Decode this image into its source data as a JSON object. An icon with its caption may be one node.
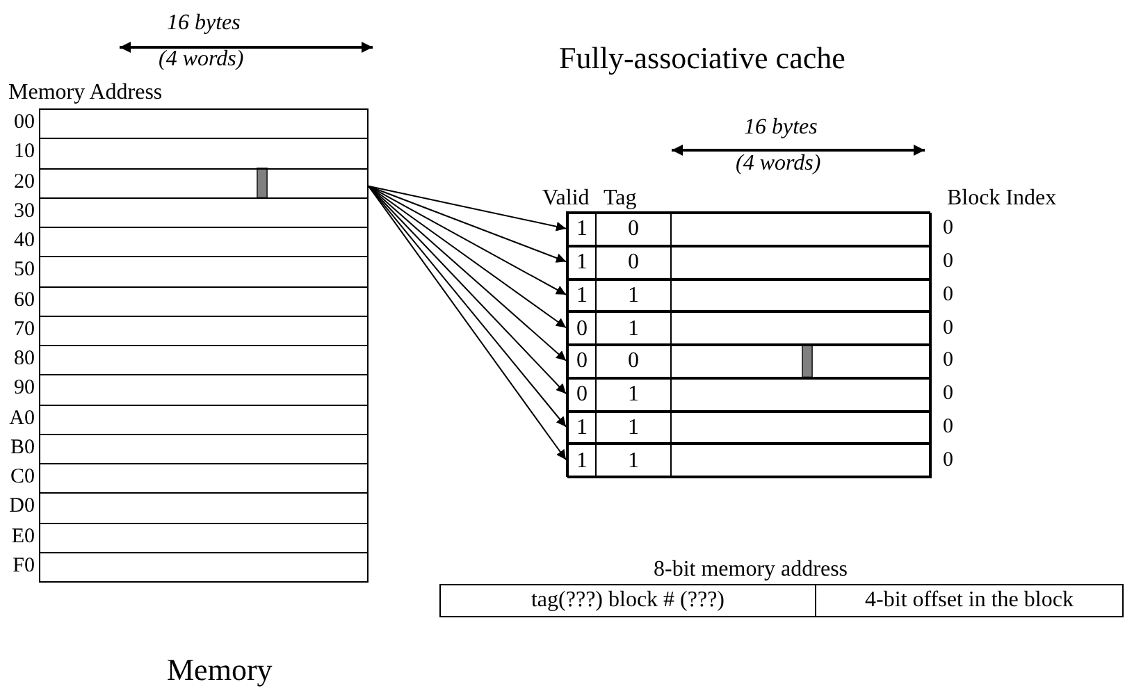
{
  "diagram": {
    "title": "Fully-associative cache",
    "nodes": [
      {
        "text": [],
        "shape": "box",
        "beside": [
          "00"
        ]
      },
      {
        "text": [],
        "shape": "box",
        "beside": [
          "10"
        ]
      },
      {
        "text": [],
        "shape": "box",
        "beside": [
          "20"
        ]
      },
      {
        "text": [],
        "shape": "box",
        "beside": [
          "30"
        ]
      },
      {
        "text": [],
        "shape": "box",
        "beside": [
          "40"
        ]
      },
      {
        "text": [],
        "shape": "box",
        "beside": [
          "50"
        ]
      },
      {
        "text": [],
        "shape": "box",
        "beside": [
          "60"
        ]
      },
      {
        "text": [],
        "shape": "box",
        "beside": [
          "70"
        ]
      },
      {
        "text": [],
        "shape": "box",
        "beside": [
          "80"
        ]
      },
      {
        "text": [],
        "shape": "box",
        "beside": [
          "90"
        ]
      },
      {
        "text": [],
        "shape": "box",
        "beside": [
          "A0"
        ]
      },
      {
        "text": [],
        "shape": "box",
        "beside": [
          "B0"
        ]
      },
      {
        "text": [],
        "shape": "box",
        "beside": [
          "C0"
        ]
      },
      {
        "text": [],
        "shape": "box",
        "beside": [
          "D0"
        ]
      },
      {
        "text": [],
        "shape": "box",
        "beside": [
          "E0"
        ]
      },
      {
        "text": [],
        "shape": "box",
        "beside": [
          "F0"
        ]
      },
      {
        "text": [],
        "shape": "box"
      },
      {
        "text": [
          "1"
        ],
        "in": 16
      },
      {
        "text": [
          "0"
        ],
        "in": 16
      },
      {
        "text": [],
        "shape": "box",
        "beside": [
          "0"
        ],
        "in": 16
      },
      {
        "text": [],
        "shape": "box"
      },
      {
        "text": [
          "1"
        ],
        "in": 20
      },
      {
        "text": [
          "0"
        ],
        "in": 20
      },
      {
        "text": [],
        "shape": "box",
        "beside": [
          "0"
        ],
        "in": 20
      },
      {
        "text": [],
        "shape": "box"
      },
      {
        "text": [
          "1"
        ],
        "in": 24
      },
      {
        "text": [
          "1"
        ],
        "in": 24
      },
      {
        "text": [],
        "shape": "box",
        "beside": [
          "0"
        ],
        "in": 24
      },
      {
        "text": [],
        "shape": "box"
      },
      {
        "text": [
          "0"
        ],
        "in": 28
      },
      {
        "text": [
          "1"
        ],
        "in": 28
      },
      {
        "text": [],
        "shape": "box",
        "beside": [
          "0"
        ],
        "in": 28
      },
      {
        "text": [],
        "shape": "box"
      },
      {
        "text": [
          "0"
        ],
        "in": 32
      },
      {
        "text": [
          "0"
        ],
        "in": 32
      },
      {
        "text": [],
        "shape": "box",
        "beside": [
          "0"
        ],
        "in": 32
      },
      {
        "text": [],
        "shape": "box"
      },
      {
        "text": [
          "0"
        ],
        "in": 36
      },
      {
        "text": [
          "1"
        ],
        "in": 36
      },
      {
        "text": [],
        "shape": "box",
        "beside": [
          "0"
        ],
        "in": 36
      },
      {
        "text": [],
        "shape": "box"
      },
      {
        "text": [
          "1"
        ],
        "in": 40
      },
      {
        "text": [
          "1"
        ],
        "in": 40
      },
      {
        "text": [],
        "shape": "box",
        "beside": [
          "0"
        ],
        "in": 40
      },
      {
        "text": [],
        "shape": "box"
      },
      {
        "text": [
          "1"
        ],
        "in": 44
      },
      {
        "text": [
          "1"
        ],
        "in": 44
      },
      {
        "text": [],
        "shape": "box",
        "beside": [
          "0"
        ],
        "in": 44
      },
      {
        "text": [
          "tag(???) block # (???)"
        ]
      },
      {
        "text": [
          "4-bit offset in the block"
        ]
      }
    ],
    "edges": [
      {
        "from": 2,
        "to": 16,
        "arrow": "to"
      },
      {
        "from": 2,
        "to": 20,
        "arrow": "to"
      },
      {
        "from": 2,
        "to": 24,
        "arrow": "to"
      },
      {
        "from": 2,
        "to": 28,
        "arrow": "to"
      },
      {
        "from": 2,
        "to": 32,
        "arrow": "to"
      },
      {
        "from": 2,
        "to": 36,
        "arrow": "to"
      },
      {
        "from": 2,
        "to": 40,
        "arrow": "to"
      },
      {
        "from": 2,
        "to": 44,
        "arrow": "to"
      }
    ],
    "labels": [
      "16 bytes",
      "(4 words)",
      "Memory Address",
      "Memory",
      "16 bytes",
      "(4 words)",
      "Valid",
      "Tag",
      "Block Index",
      "8-bit memory address"
    ]
  }
}
